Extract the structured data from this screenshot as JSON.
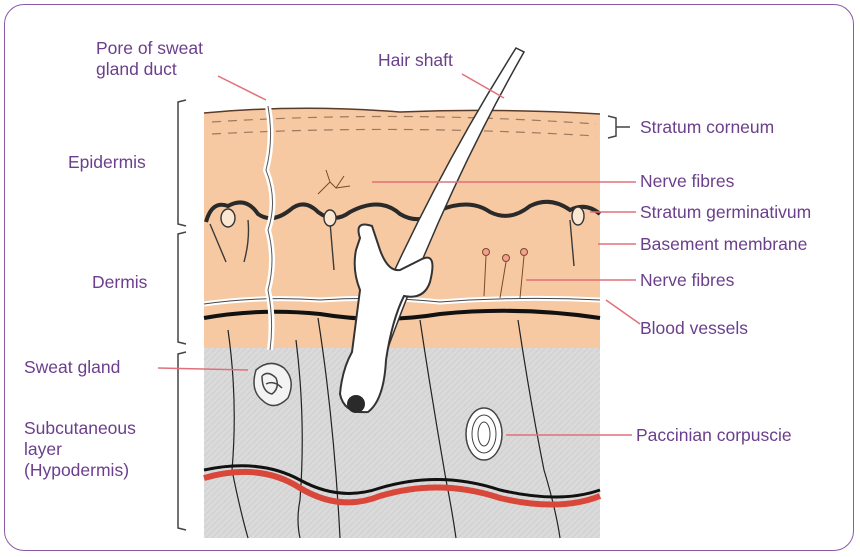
{
  "labels": {
    "pore": [
      "Pore of sweat",
      "gland duct"
    ],
    "hair_shaft": "Hair shaft",
    "epidermis": "Epidermis",
    "dermis": "Dermis",
    "sweat_gland": "Sweat gland",
    "subcutaneous": [
      "Subcutaneous",
      "layer",
      "(Hypodermis)"
    ],
    "stratum_corneum": "Stratum corneum",
    "nerve_fibres_top": "Nerve fibres",
    "stratum_germinativum": "Stratum germinativum",
    "basement_membrane": "Basement membrane",
    "nerve_fibres_bottom": "Nerve fibres",
    "blood_vessels": "Blood vessels",
    "paccinian": "Paccinian corpuscie"
  },
  "colors": {
    "label_text": "#6b3f8c",
    "frame": "#8a5aa6",
    "skin": "#f6c9a3",
    "hypodermis": "#d9d9d9",
    "leader_line": "#e0707a",
    "vessel_red": "#d9473a"
  }
}
